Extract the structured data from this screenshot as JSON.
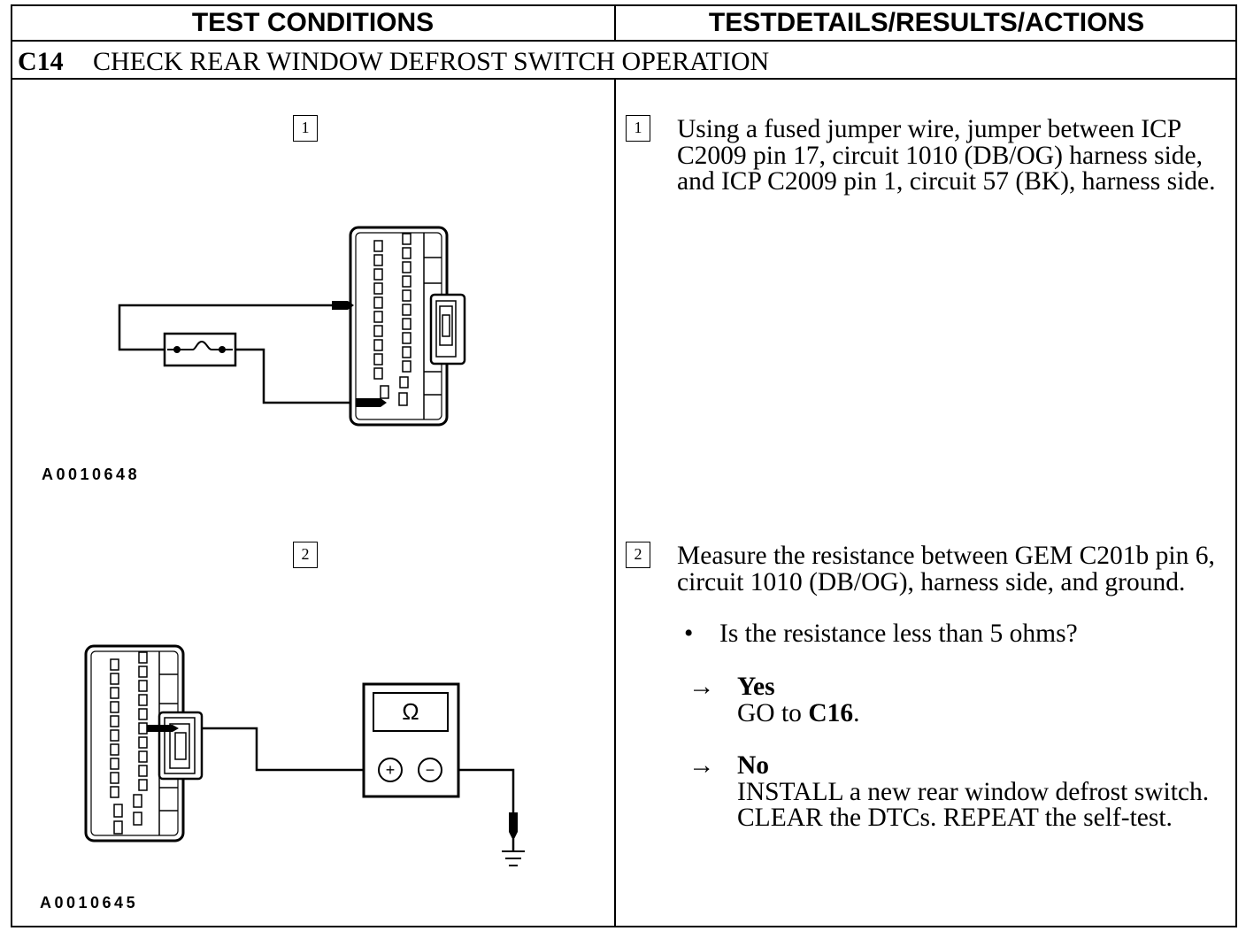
{
  "header": {
    "test_conditions": "TEST CONDITIONS",
    "test_details": "TESTDETAILS/RESULTS/ACTIONS"
  },
  "section": {
    "code": "C14",
    "title": "CHECK REAR WINDOW DEFROST SWITCH OPERATION"
  },
  "steps": [
    {
      "number": "1",
      "figure_id": "A0010648",
      "text_lines": [
        "Using a fused jumper wire, jumper between ICP",
        "C2009 pin 17, circuit 1010 (DB/OG) harness side,",
        "and ICP C2009 pin 1, circuit 57 (BK), harness side."
      ]
    },
    {
      "number": "2",
      "figure_id": "A0010645",
      "text_lines": [
        "Measure the resistance between GEM C201b pin 6,",
        "circuit 1010 (DB/OG), harness side, and ground."
      ],
      "bullet": "•",
      "question": "Is the resistance less than 5 ohms?",
      "results": [
        {
          "arrow": "→",
          "answer": "Yes",
          "action_prefix": "GO to ",
          "action_ref": "C16",
          "action_suffix": "."
        },
        {
          "arrow": "→",
          "answer": "No",
          "action_lines": [
            "INSTALL a new rear window defrost switch.",
            "CLEAR the DTCs. REPEAT the self-test."
          ]
        }
      ]
    }
  ],
  "ohmmeter": {
    "display": "Ω",
    "positive": "+",
    "negative": "−"
  },
  "icons": {
    "figure_1": [
      "connector-icon",
      "fuse-icon",
      "jumper-wire-icon",
      "probe-icon"
    ],
    "figure_2": [
      "connector-icon",
      "ohmmeter-icon",
      "probe-icon",
      "ground-icon"
    ]
  },
  "colors": {
    "ink": "#000000",
    "paper": "#ffffff"
  }
}
